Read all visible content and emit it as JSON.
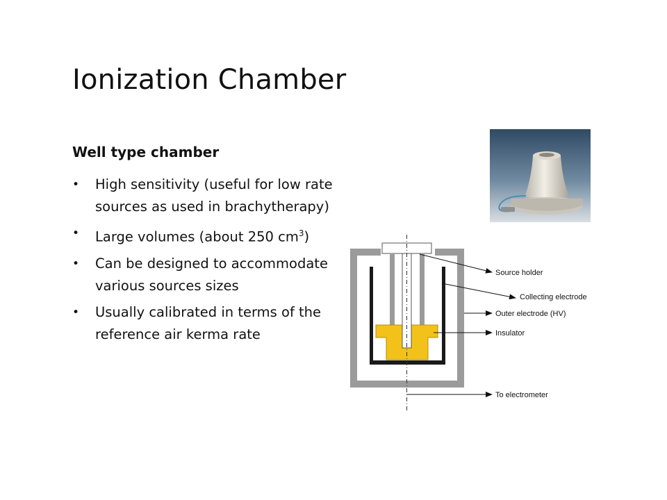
{
  "slide": {
    "title": "Ionization Chamber",
    "subtitle": "Well type chamber",
    "bullets": [
      "High sensitivity (useful for low rate sources as used in brachytherapy)",
      "Large volumes (about 250 cm",
      "Can be designed to accommodate various sources sizes",
      "Usually calibrated in terms of the reference air kerma rate"
    ],
    "volume_superscript": "3",
    "volume_suffix": ")"
  },
  "diagram": {
    "labels": {
      "source_holder": "Source holder",
      "collecting_electrode": "Collecting electrode",
      "outer_electrode": "Outer electrode (HV)",
      "insulator": "Insulator",
      "to_electrometer": "To electrometer"
    },
    "colors": {
      "outer_wall": "#9b9b9b",
      "insulator": "#f2c21b",
      "electrode": "#1a1a1a"
    }
  },
  "photo": {
    "colors": {
      "background": "#3d5a72",
      "device": "#e4e1d8",
      "cable": "#4a8fb0"
    }
  }
}
